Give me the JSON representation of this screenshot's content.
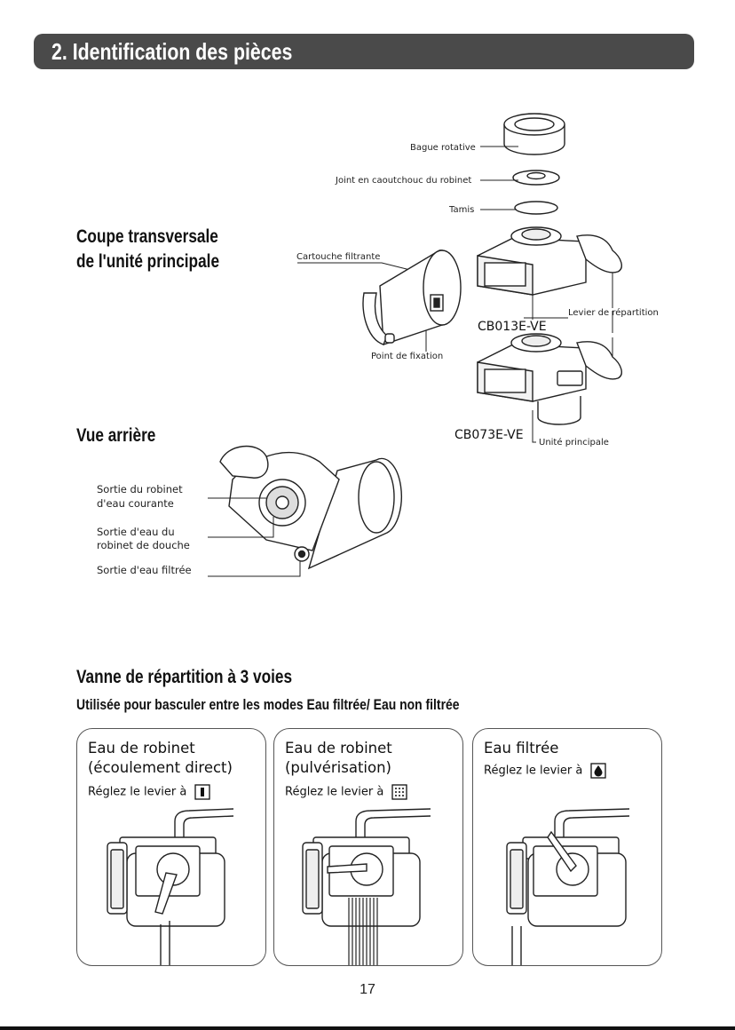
{
  "section": {
    "title": "2. Identification des pièces"
  },
  "cross_section": {
    "heading_line1": "Coupe transversale",
    "heading_line2": "de l'unité principale",
    "labels": {
      "rotating_ring": "Bague rotative",
      "rubber_gasket": "Joint en caoutchouc du robinet",
      "screen": "Tamis",
      "filter_cartridge": "Cartouche filtrante",
      "fixing_point": "Point de fixation",
      "diverter_lever": "Levier de répartition",
      "main_unit": "Unité principale"
    },
    "models": [
      "CB013E-VE",
      "CB073E-VE"
    ]
  },
  "rear_view": {
    "heading": "Vue arrière",
    "labels": {
      "running_outlet_line1": "Sortie du robinet",
      "running_outlet_line2": "d'eau courante",
      "shower_outlet_line1": "Sortie d'eau du",
      "shower_outlet_line2": "robinet de douche",
      "filtered_outlet": "Sortie d'eau filtrée"
    }
  },
  "valve": {
    "heading": "Vanne de répartition à 3 voies",
    "subheading": "Utilisée pour basculer entre les modes Eau filtrée/ Eau non filtrée",
    "modes": [
      {
        "title_line1": "Eau de robinet",
        "title_line2": "(écoulement direct)",
        "instruction": "Réglez le levier à",
        "icon": "straight-flow-icon"
      },
      {
        "title_line1": "Eau de robinet",
        "title_line2": "(pulvérisation)",
        "instruction": "Réglez le levier à",
        "icon": "spray-icon"
      },
      {
        "title_line1": "Eau filtrée",
        "title_line2": "",
        "instruction": "Réglez le levier à",
        "icon": "water-drop-icon"
      }
    ]
  },
  "footer": {
    "page_number": "17"
  }
}
